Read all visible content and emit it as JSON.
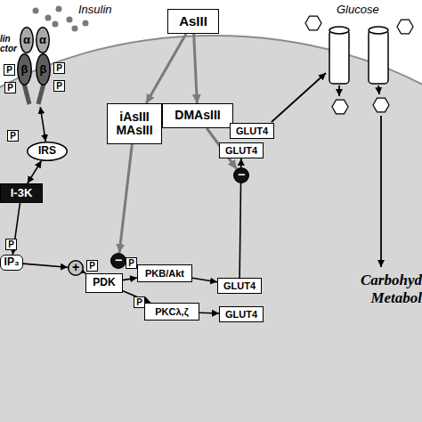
{
  "diagram": {
    "nodes": [
      {
        "text": [
          "lin ctor"
        ]
      },
      {
        "text": [
          "α"
        ],
        "in": 0
      },
      {
        "text": [
          "α"
        ],
        "in": 0
      },
      {
        "text": [
          "β"
        ],
        "in": 0
      },
      {
        "text": [
          "β"
        ],
        "in": 0
      },
      {
        "text": [
          "P"
        ],
        "in": 0
      },
      {
        "text": [
          "P"
        ],
        "in": 0
      },
      {
        "text": [
          "P"
        ],
        "in": 0
      },
      {
        "text": [
          "P"
        ],
        "in": 0
      },
      {
        "text": [
          "AsIII"
        ]
      },
      {
        "text": [
          "iAsIII MAsIII"
        ]
      },
      {
        "text": [
          "DMAsIII"
        ]
      },
      {
        "text": [
          "GLUT4"
        ]
      },
      {
        "text": [
          "GLUT4"
        ]
      },
      {
        "text": [
          "P"
        ]
      },
      {
        "text": [
          "IRS"
        ]
      },
      {
        "text": [
          "−"
        ]
      },
      {
        "text": [
          "I-3K"
        ]
      },
      {
        "text": [
          "P"
        ]
      },
      {
        "text": [
          "IP₃"
        ]
      },
      {
        "text": [
          "+"
        ]
      },
      {
        "text": [
          "P"
        ]
      },
      {
        "text": [
          "−"
        ]
      },
      {
        "text": [
          "P"
        ]
      },
      {
        "text": [
          "PKB/Akt"
        ]
      },
      {
        "text": [
          "PDK"
        ]
      },
      {
        "text": [
          "GLUT4"
        ]
      },
      {
        "text": [
          "P"
        ]
      },
      {
        "text": [
          "PKCλ,ζ"
        ]
      },
      {
        "text": [
          "GLUT4"
        ]
      }
    ],
    "edges": [
      {
        "from": 0,
        "to": 15,
        "arrow": "both"
      },
      {
        "from": 15,
        "to": 17,
        "arrow": "both"
      },
      {
        "from": 17,
        "to": 19,
        "arrow": "to"
      },
      {
        "from": 19,
        "to": 20,
        "arrow": "to"
      },
      {
        "from": 20,
        "to": 25,
        "arrow": "to"
      },
      {
        "from": 9,
        "to": 10,
        "arrow": "to"
      },
      {
        "from": 9,
        "to": 11,
        "arrow": "to"
      },
      {
        "from": 10,
        "to": 22,
        "arrow": "to"
      },
      {
        "from": 11,
        "to": 16,
        "arrow": "to"
      },
      {
        "from": 25,
        "to": 24,
        "arrow": "to"
      },
      {
        "from": 25,
        "to": 28,
        "arrow": "to"
      },
      {
        "from": 24,
        "to": 26,
        "arrow": "to"
      },
      {
        "from": 28,
        "to": 29,
        "arrow": "to"
      },
      {
        "from": 26,
        "to": 13,
        "arrow": "to"
      }
    ],
    "labels": [
      "Insulin",
      "Glucose",
      "Carbohyd Metabol"
    ]
  }
}
